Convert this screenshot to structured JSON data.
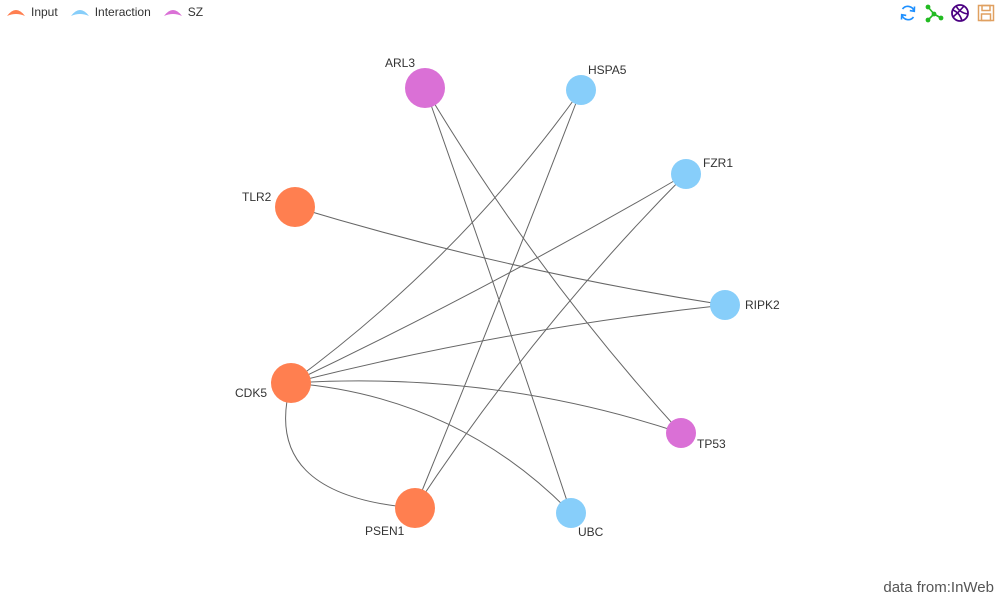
{
  "legend": [
    {
      "id": "input",
      "label": "Input",
      "color": "#ff7f50"
    },
    {
      "id": "interaction",
      "label": "Interaction",
      "color": "#87cefa"
    },
    {
      "id": "sz",
      "label": "SZ",
      "color": "#da70d6"
    }
  ],
  "toolbox": [
    {
      "id": "refresh",
      "icon": "refresh-icon",
      "color": "#1e90ff"
    },
    {
      "id": "force-layout",
      "icon": "network-icon",
      "color": "#22bb22"
    },
    {
      "id": "chord",
      "icon": "chord-icon",
      "color": "#4b0082"
    },
    {
      "id": "save",
      "icon": "save-icon",
      "color": "#e0a060"
    }
  ],
  "nodes": [
    {
      "id": "ARL3",
      "label": "ARL3",
      "category": "sz",
      "size": "large"
    },
    {
      "id": "HSPA5",
      "label": "HSPA5",
      "category": "interaction",
      "size": "small"
    },
    {
      "id": "FZR1",
      "label": "FZR1",
      "category": "interaction",
      "size": "small"
    },
    {
      "id": "RIPK2",
      "label": "RIPK2",
      "category": "interaction",
      "size": "small"
    },
    {
      "id": "TP53",
      "label": "TP53",
      "category": "sz",
      "size": "small"
    },
    {
      "id": "UBC",
      "label": "UBC",
      "category": "interaction",
      "size": "small"
    },
    {
      "id": "PSEN1",
      "label": "PSEN1",
      "category": "input",
      "size": "large"
    },
    {
      "id": "CDK5",
      "label": "CDK5",
      "category": "input",
      "size": "large"
    },
    {
      "id": "TLR2",
      "label": "TLR2",
      "category": "input",
      "size": "large"
    }
  ],
  "edges": [
    {
      "source": "CDK5",
      "target": "HSPA5"
    },
    {
      "source": "CDK5",
      "target": "FZR1"
    },
    {
      "source": "CDK5",
      "target": "RIPK2"
    },
    {
      "source": "CDK5",
      "target": "TP53"
    },
    {
      "source": "CDK5",
      "target": "UBC"
    },
    {
      "source": "CDK5",
      "target": "PSEN1"
    },
    {
      "source": "PSEN1",
      "target": "HSPA5"
    },
    {
      "source": "PSEN1",
      "target": "FZR1"
    },
    {
      "source": "ARL3",
      "target": "UBC"
    },
    {
      "source": "ARL3",
      "target": "TP53"
    },
    {
      "source": "TLR2",
      "target": "RIPK2"
    }
  ],
  "footer": {
    "source_text": "data from:InWeb"
  }
}
